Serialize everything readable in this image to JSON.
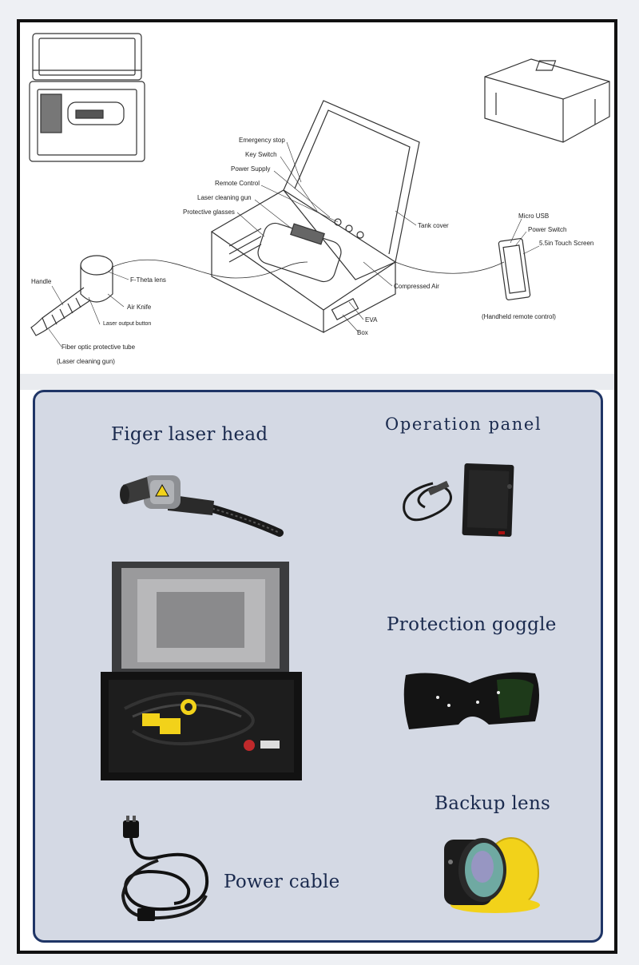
{
  "diagram": {
    "main_labels": {
      "emergency_stop": "Emergency stop",
      "key_switch": "Key Switch",
      "power_supply": "Power Supply",
      "remote_control": "Remote Control",
      "laser_cleaning_gun": "Laser cleaning gun",
      "protective_glasses": "Protective glasses",
      "tank_cover": "Tank cover",
      "compressed_air": "Compressed Air",
      "eva": "EVA",
      "box": "Box"
    },
    "gun_labels": {
      "handle": "Handle",
      "f_theta_lens": "F-Theta lens",
      "air_knife": "Air Knife",
      "laser_output_button": "Laser output button",
      "fiber_optic_tube": "Fiber optic protective tube",
      "caption": "(Laser cleaning gun)"
    },
    "remote_labels": {
      "micro_usb": "Micro USB",
      "power_switch": "Power Switch",
      "touch_screen": "5.5in Touch Screen",
      "caption": "(Handheld remote control)"
    }
  },
  "parts": {
    "laser_head": "Figer laser head",
    "operation_panel": "Operation panel",
    "protection_goggle": "Protection goggle",
    "backup_lens": "Backup lens",
    "power_cable": "Power cable"
  },
  "colors": {
    "panel_bg": "#d4d9e4",
    "panel_border": "#1f3566",
    "title_color": "#1a2a4e",
    "goggle_yellow": "#f2d21a"
  }
}
